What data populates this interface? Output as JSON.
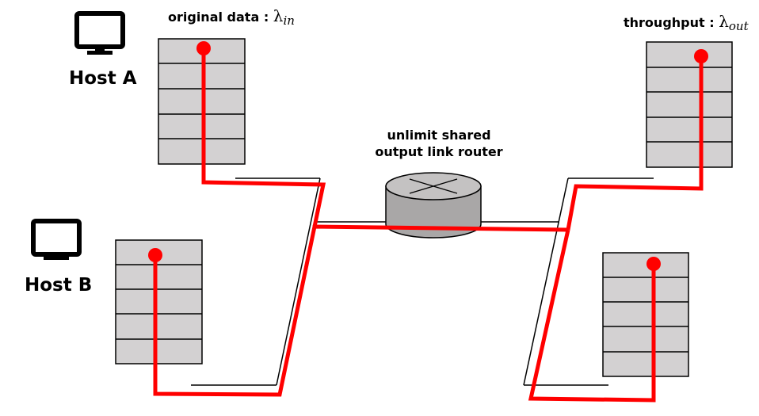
{
  "hosts": {
    "a": {
      "label": "Host A"
    },
    "b": {
      "label": "Host B"
    }
  },
  "labels": {
    "original_data": {
      "text": "original data",
      "sep": " : ",
      "symbol": "λ",
      "subscript": "in"
    },
    "throughput": {
      "text": "throughput",
      "sep": " : ",
      "symbol": "λ",
      "subscript": "out"
    },
    "router_line1": "unlimit shared",
    "router_line2": "output link router"
  },
  "colors": {
    "path": "#ff0000",
    "buffer_fill": "#d3d1d2",
    "router_fill": "#a9a7a7",
    "router_top": "#c4c2c2",
    "outline": "#000000"
  },
  "icons": {
    "host_a": "monitor-icon",
    "host_b": "monitor-icon",
    "router": "router-icon"
  }
}
